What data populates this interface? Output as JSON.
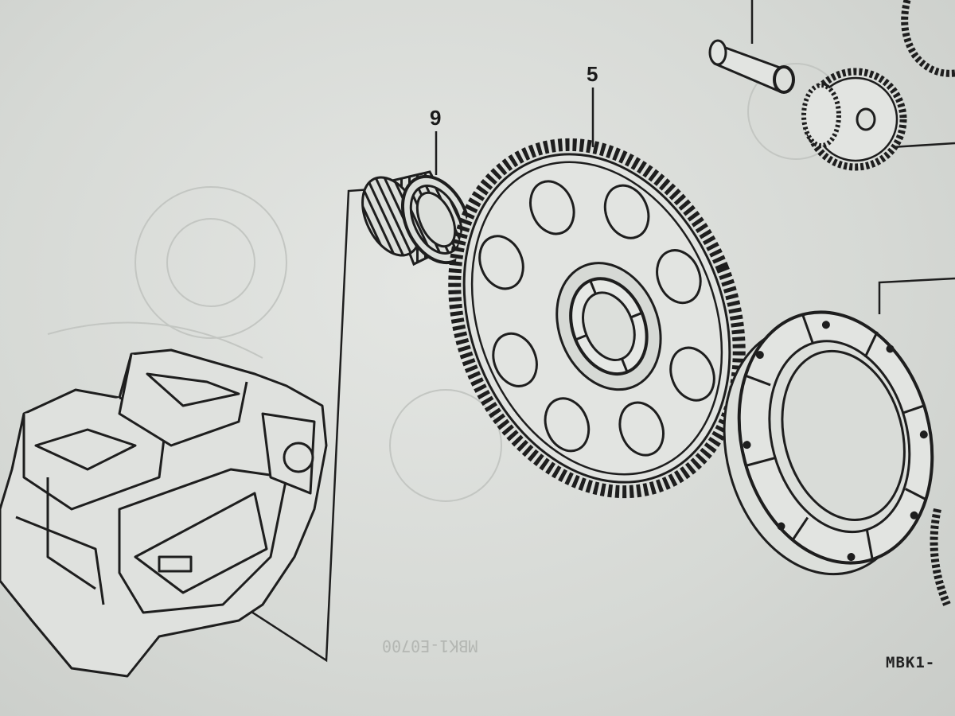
{
  "callouts": {
    "bearing": "9",
    "driven_gear": "5"
  },
  "ref_code": "MBK1-",
  "colors": {
    "paper": "#dcdfdb",
    "ink": "#1e1e1e",
    "fill": "#e2e4e1"
  },
  "icons": [
    "engine-icon",
    "needle-bearing-icon",
    "starter-driven-gear-icon",
    "clutch-outer-icon",
    "idle-gear-icon",
    "shaft-icon"
  ]
}
